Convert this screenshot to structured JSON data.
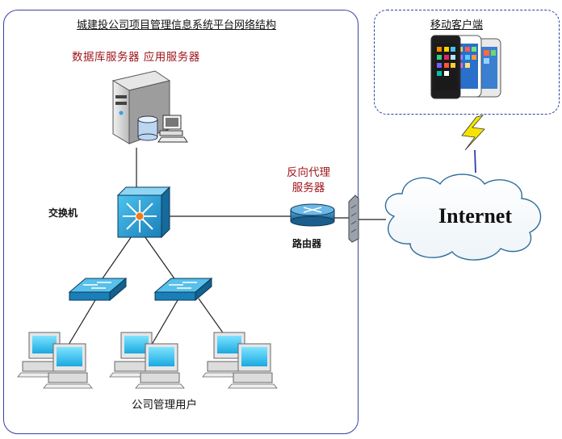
{
  "diagram": {
    "title": "城建投公司项目管理信息系统平台网络结构",
    "server_label": "数据库服务器  应用服务器",
    "switch_label": "交换机",
    "proxy_label": "反向代理\n服务器",
    "router_label": "路由器",
    "users_label": "公司管理用户",
    "mobile_title": "移动客户端",
    "internet_label": "Internet"
  },
  "icons": [
    "server-tower-icon",
    "database-icon",
    "desktop-computer-icon",
    "core-switch-icon",
    "network-switch-icon",
    "router-icon",
    "firewall-icon",
    "cloud-icon",
    "lightning-bolt-icon",
    "smartphone-icon",
    "computer-icon"
  ],
  "colors": {
    "frame_border": "#3b3fa8",
    "label_red": "#a0171c",
    "switch_blue": "#2aa0d8",
    "lightning_yellow": "#f5e400"
  }
}
